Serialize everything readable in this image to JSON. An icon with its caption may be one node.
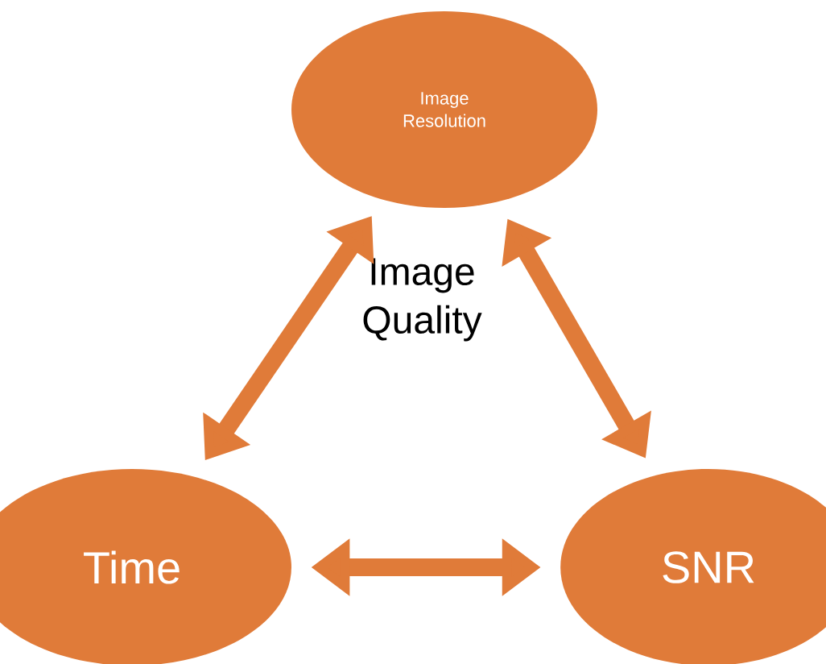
{
  "diagram": {
    "nodes": [
      {
        "text": [
          "Image Resolution"
        ]
      },
      {
        "text": [
          "Time"
        ]
      },
      {
        "text": [
          "SNR"
        ]
      }
    ],
    "edges": [
      {
        "from": 1,
        "to": 0,
        "arrow": "both"
      },
      {
        "from": 0,
        "to": 2,
        "arrow": "both"
      },
      {
        "from": 1,
        "to": 2,
        "arrow": "both"
      }
    ],
    "labels": [
      "Image Quality"
    ]
  }
}
